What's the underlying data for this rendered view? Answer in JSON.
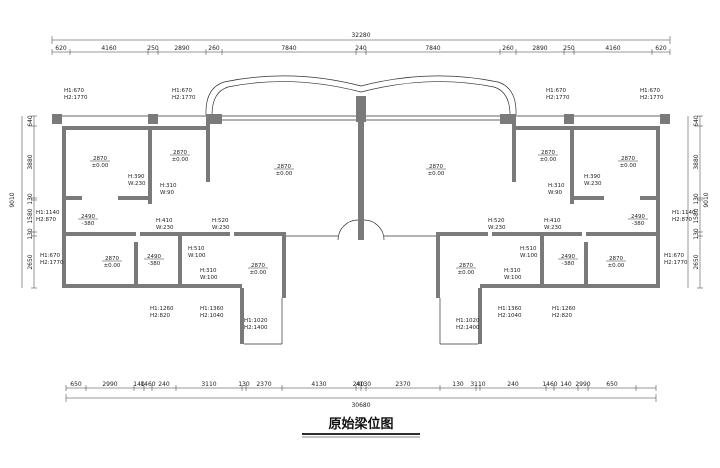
{
  "title": "原始梁位图",
  "overall_top": "32280",
  "overall_bottom": "30680",
  "top_dims": [
    "620",
    "4160",
    "250",
    "2890",
    "260",
    "7840",
    "240",
    "7840",
    "260",
    "2890",
    "250",
    "4160",
    "620"
  ],
  "bottom_dims": [
    "650",
    "2990",
    "140",
    "1460",
    "240",
    "3110",
    "130",
    "2370",
    "4130",
    "240",
    "4130",
    "2370",
    "130",
    "3110",
    "240",
    "1460",
    "140",
    "2990",
    "650"
  ],
  "left_dims": [
    "640",
    "3880",
    "130",
    "1580",
    "130",
    "2650"
  ],
  "left_total": "9010",
  "right_dims": [
    "640",
    "3880",
    "130",
    "1580",
    "130",
    "2650"
  ],
  "right_total": "9010",
  "elev": {
    "h": "2870",
    "z": "±0.00"
  },
  "elev_b": {
    "h": "2490",
    "z": "-380"
  },
  "beams": {
    "h390w230": [
      "H:390",
      "W:230"
    ],
    "h310w90": [
      "H:310",
      "W:90"
    ],
    "h410w230": [
      "H:410",
      "W:230"
    ],
    "h520w230": [
      "H:520",
      "W:230"
    ],
    "h510w100": [
      "H:510",
      "W:100"
    ],
    "h310w100": [
      "H:310",
      "W:100"
    ]
  },
  "windows": {
    "w670": [
      "H1:670",
      "H2:1770"
    ],
    "w1140": [
      "H1:1140",
      "H2:870"
    ],
    "w1260a": [
      "H1:1260",
      "H2:820"
    ],
    "w1360": [
      "H1:1360",
      "H2:1040"
    ],
    "w1020": [
      "H1:1020",
      "H2:1400"
    ]
  }
}
